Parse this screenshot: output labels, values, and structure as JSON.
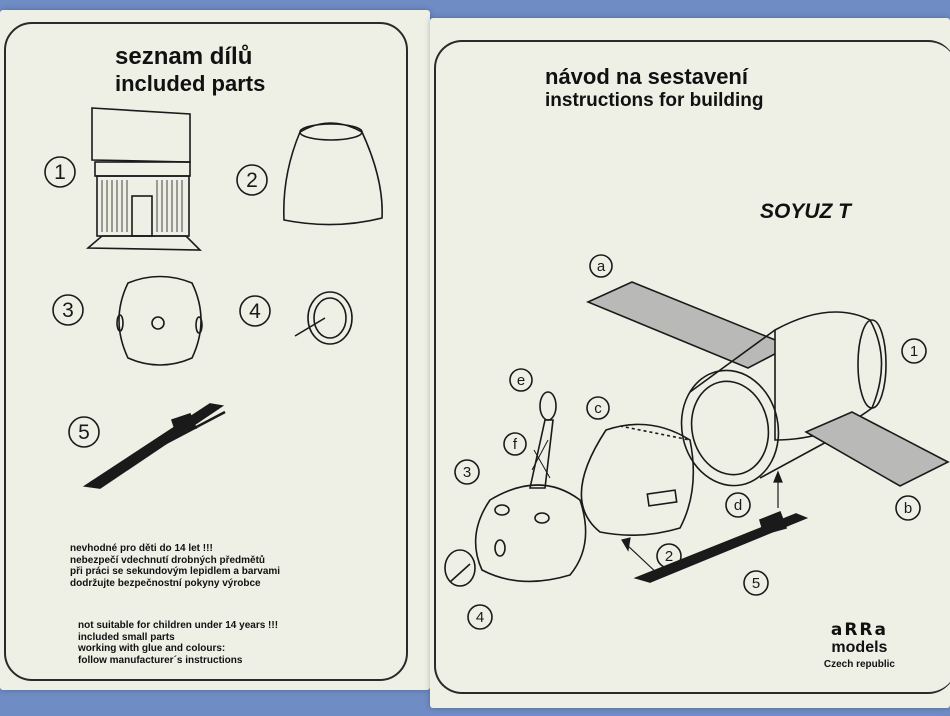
{
  "left_page": {
    "title_cz": "seznam dílů",
    "title_en": "included parts",
    "part_numbers": [
      "1",
      "2",
      "3",
      "4",
      "5"
    ],
    "warning_cz": [
      "nevhodné pro děti do 14 let !!!",
      "nebezpečí vdechnutí drobných předmětů",
      "při práci se sekundovým lepidlem a barvami",
      "dodržujte bezpečnostní pokyny výrobce"
    ],
    "warning_en": [
      "not suitable for children under 14 years !!!",
      "included small  parts",
      "working with glue and colours:",
      "follow manufacturer´s instructions"
    ]
  },
  "right_page": {
    "title_cz": "návod na sestavení",
    "title_en": "instructions for building",
    "model_name": "SOYUZ T",
    "callouts": [
      "a",
      "b",
      "c",
      "d",
      "e",
      "f",
      "1",
      "2",
      "3",
      "4",
      "5"
    ],
    "logo": {
      "line1": "aRRa",
      "line2": "models",
      "line3": "Czech republic"
    }
  },
  "colors": {
    "background": "#6f8cc4",
    "paper": "#eef0e6",
    "ink": "#1a1a1a",
    "solar_panel": "#b9b9b7"
  }
}
